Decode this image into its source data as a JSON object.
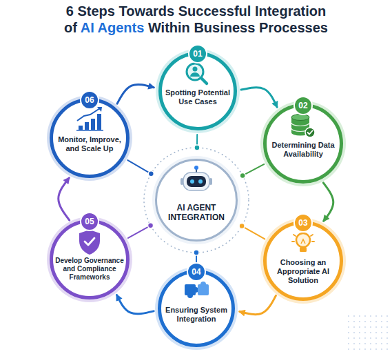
{
  "diagram": {
    "title": "6 Steps Towards Successful Integration of AI Agents Within Business Processes",
    "nodes": [
      {
        "text": [
          "01",
          "Spotting Potential Use Cases"
        ]
      },
      {
        "text": [
          "02",
          "Determining Data Availability"
        ]
      },
      {
        "text": [
          "03",
          "Choosing an Appropriate AI Solution"
        ]
      },
      {
        "text": [
          "04",
          "Ensuring System Integration"
        ]
      },
      {
        "text": [
          "05",
          "Develop Governance and Compliance Frameworks"
        ]
      },
      {
        "text": [
          "06",
          "Monitor, Improve, and Scale Up"
        ]
      },
      {
        "text": [
          "AI AGENT INTEGRATION"
        ]
      }
    ],
    "edges": [
      {
        "from": 0,
        "to": 1,
        "arrow": "to"
      },
      {
        "from": 1,
        "to": 2,
        "arrow": "to"
      },
      {
        "from": 2,
        "to": 3,
        "arrow": "to"
      },
      {
        "from": 3,
        "to": 4,
        "arrow": "to"
      },
      {
        "from": 4,
        "to": 5,
        "arrow": "to"
      },
      {
        "from": 5,
        "to": 0,
        "arrow": "to"
      },
      {
        "from": 6,
        "to": 0,
        "arrow": "none"
      },
      {
        "from": 6,
        "to": 1,
        "arrow": "none"
      },
      {
        "from": 6,
        "to": 2,
        "arrow": "none"
      },
      {
        "from": 6,
        "to": 3,
        "arrow": "none"
      },
      {
        "from": 6,
        "to": 4,
        "arrow": "none"
      },
      {
        "from": 6,
        "to": 5,
        "arrow": "none"
      }
    ]
  }
}
